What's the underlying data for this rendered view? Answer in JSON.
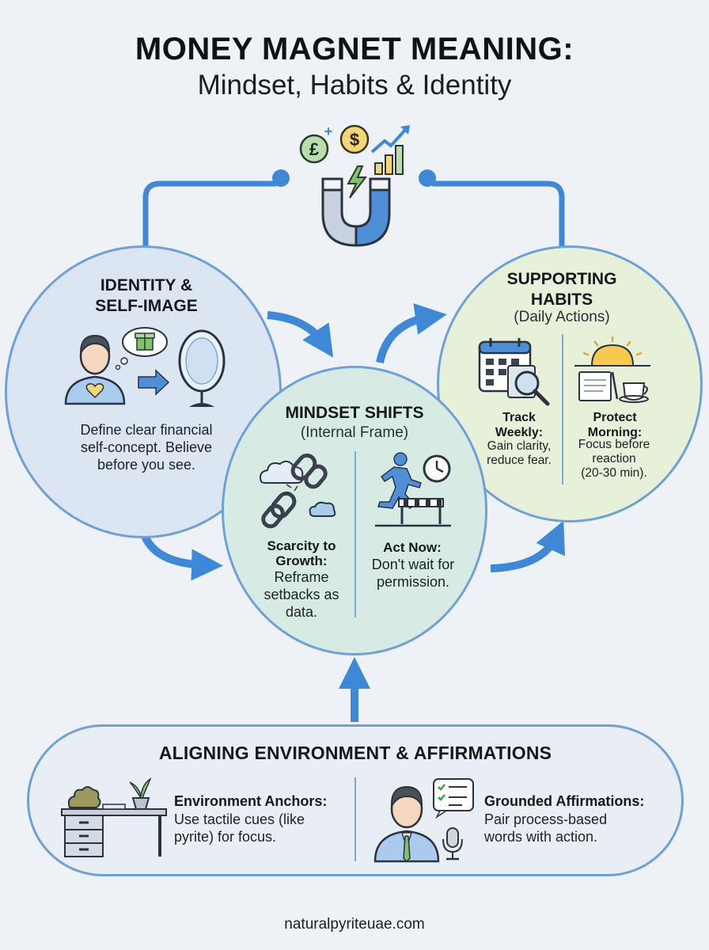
{
  "title": "MONEY MAGNET MEANING:",
  "subtitle": "Mindset, Habits & Identity",
  "identity": {
    "title_line1": "IDENTITY &",
    "title_line2": "SELF-IMAGE",
    "text_line1": "Define clear financial",
    "text_line2": "self-concept. Believe",
    "text_line3": "before you see."
  },
  "mindset": {
    "title": "MINDSET SHIFTS",
    "subtitle": "(Internal Frame)",
    "left": {
      "label_line1": "Scarcity to",
      "label_line2": "Growth:",
      "text_line1": "Reframe",
      "text_line2": "setbacks as",
      "text_line3": "data."
    },
    "right": {
      "label": "Act Now:",
      "text_line1": "Don't wait for",
      "text_line2": "permission."
    }
  },
  "habits": {
    "title_line1": "SUPPORTING",
    "title_line2": "HABITS",
    "subtitle": "(Daily Actions)",
    "left": {
      "label_line1": "Track",
      "label_line2": "Weekly:",
      "text_line1": "Gain clarity,",
      "text_line2": "reduce fear."
    },
    "right": {
      "label_line1": "Protect",
      "label_line2": "Morning:",
      "text_line1": "Focus before",
      "text_line2": "reaction",
      "text_line3": "(20-30 min)."
    }
  },
  "environment": {
    "title": "ALIGNING ENVIRONMENT & AFFIRMATIONS",
    "left": {
      "label": "Environment Anchors:",
      "text_line1": "Use tactile cues (like",
      "text_line2": "pyrite) for focus."
    },
    "right": {
      "label": "Grounded Affirmations:",
      "text_line1": "Pair process-based",
      "text_line2": "words with action."
    }
  },
  "icon_text": {
    "pound_symbol": "£",
    "dollar_symbol": "$",
    "plus_symbol": "+"
  },
  "footer": "naturalpyriteuae.com",
  "colors": {
    "accent_blue": "#3f88d8",
    "outline_blue": "#6fa0d6",
    "identity_fill": "#dbe6f2",
    "habits_fill": "#e7f0d9",
    "mindset_fill": "#d7ebe4",
    "background": "#eef2f6"
  }
}
